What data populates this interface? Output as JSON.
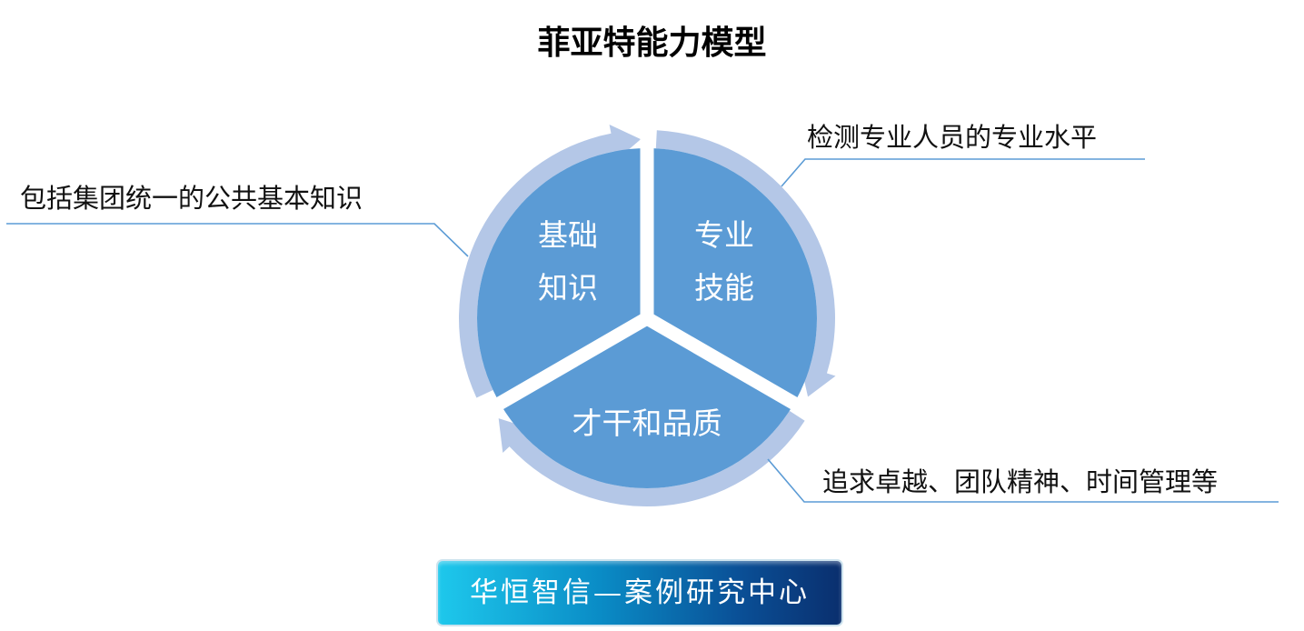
{
  "title": "菲亚特能力模型",
  "segments": {
    "basic": [
      "基础",
      "知识"
    ],
    "professional": [
      "专业",
      "技能"
    ],
    "talent": "才干和品质"
  },
  "annotations": {
    "basic": "包括集团统一的公共基本知识",
    "professional": "检测专业人员的专业水平",
    "talent": "追求卓越、团队精神、时间管理等"
  },
  "footer": "华恒智信—案例研究中心",
  "colors": {
    "pie": "#5b9bd5",
    "ring": "#b4c7e7",
    "leader": "#5b9bd5"
  }
}
